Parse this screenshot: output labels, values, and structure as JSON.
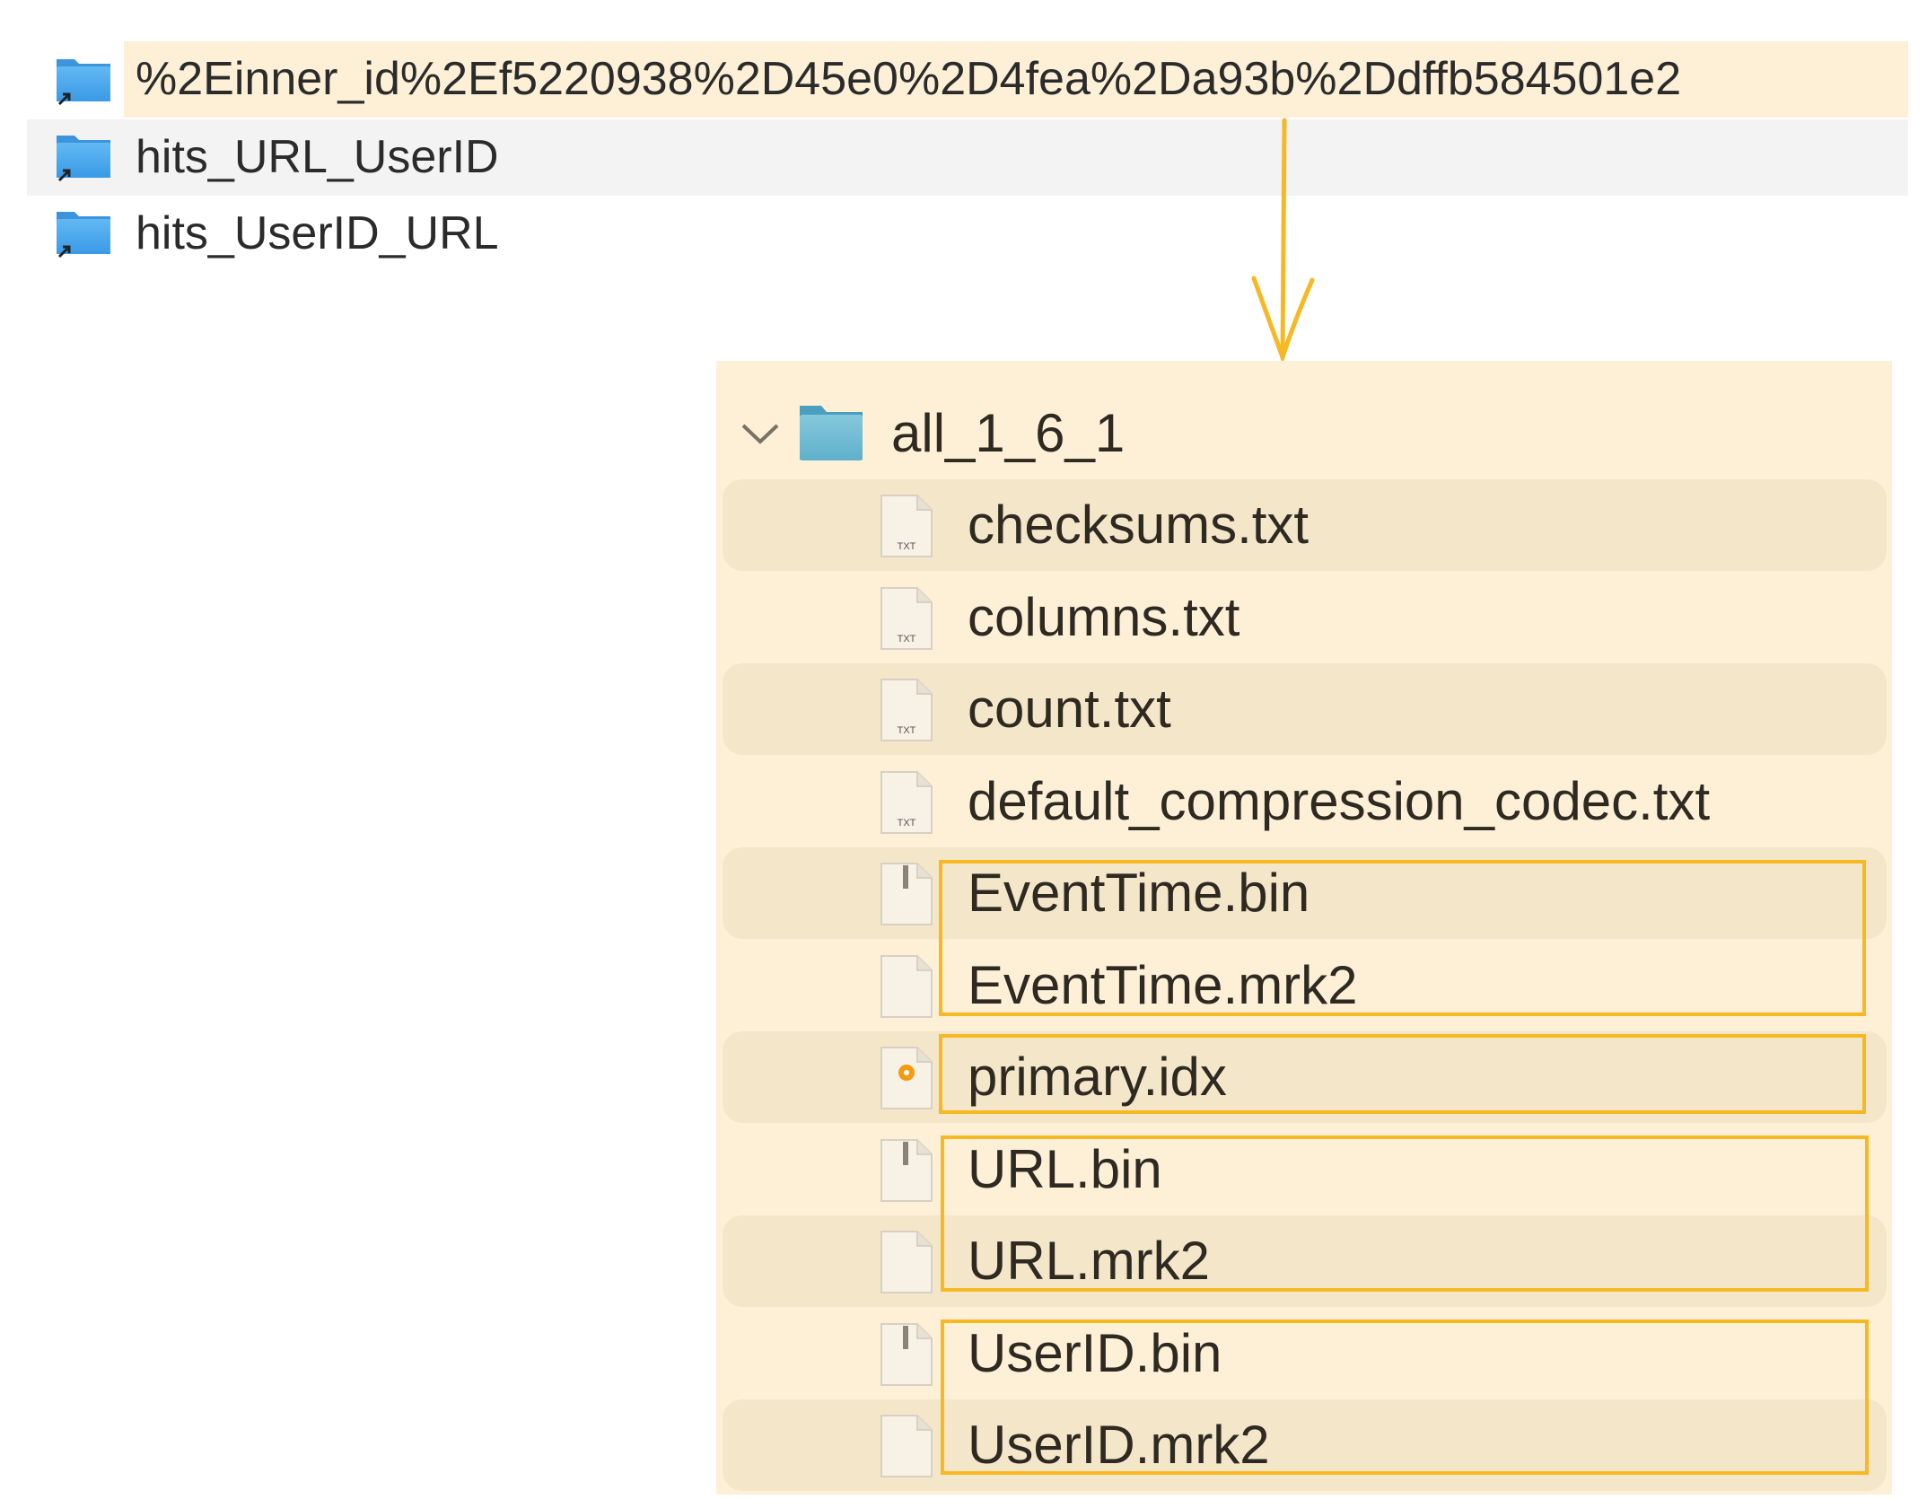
{
  "top_list": {
    "items": [
      {
        "label": "%2Einner_id%2Ef5220938%2D45e0%2D4fea%2Da93b%2Ddffb584501e2",
        "icon": "alias-folder-icon",
        "state": "highlighted"
      },
      {
        "label": "hits_URL_UserID",
        "icon": "alias-folder-icon",
        "state": "selected"
      },
      {
        "label": "hits_UserID_URL",
        "icon": "alias-folder-icon",
        "state": "normal"
      }
    ]
  },
  "panel": {
    "folder": {
      "label": "all_1_6_1",
      "icon": "folder-icon",
      "expanded": true
    },
    "files": [
      {
        "label": "checksums.txt",
        "icon": "txt-file-icon",
        "badge": "TXT"
      },
      {
        "label": "columns.txt",
        "icon": "txt-file-icon",
        "badge": "TXT"
      },
      {
        "label": "count.txt",
        "icon": "txt-file-icon",
        "badge": "TXT"
      },
      {
        "label": "default_compression_codec.txt",
        "icon": "txt-file-icon",
        "badge": "TXT"
      },
      {
        "label": "EventTime.bin",
        "icon": "binary-file-icon"
      },
      {
        "label": "EventTime.mrk2",
        "icon": "blank-file-icon"
      },
      {
        "label": "primary.idx",
        "icon": "idx-file-icon"
      },
      {
        "label": "URL.bin",
        "icon": "binary-file-icon"
      },
      {
        "label": "URL.mrk2",
        "icon": "blank-file-icon"
      },
      {
        "label": "UserID.bin",
        "icon": "binary-file-icon"
      },
      {
        "label": "UserID.mrk2",
        "icon": "blank-file-icon"
      }
    ]
  },
  "colors": {
    "highlight_bg": "#fdf0d6",
    "stripe_bg": "#f4e6c9",
    "selected_bg": "#f2f3f2",
    "annotation": "#f7b824",
    "folder_blue": "#4aa8ec"
  }
}
